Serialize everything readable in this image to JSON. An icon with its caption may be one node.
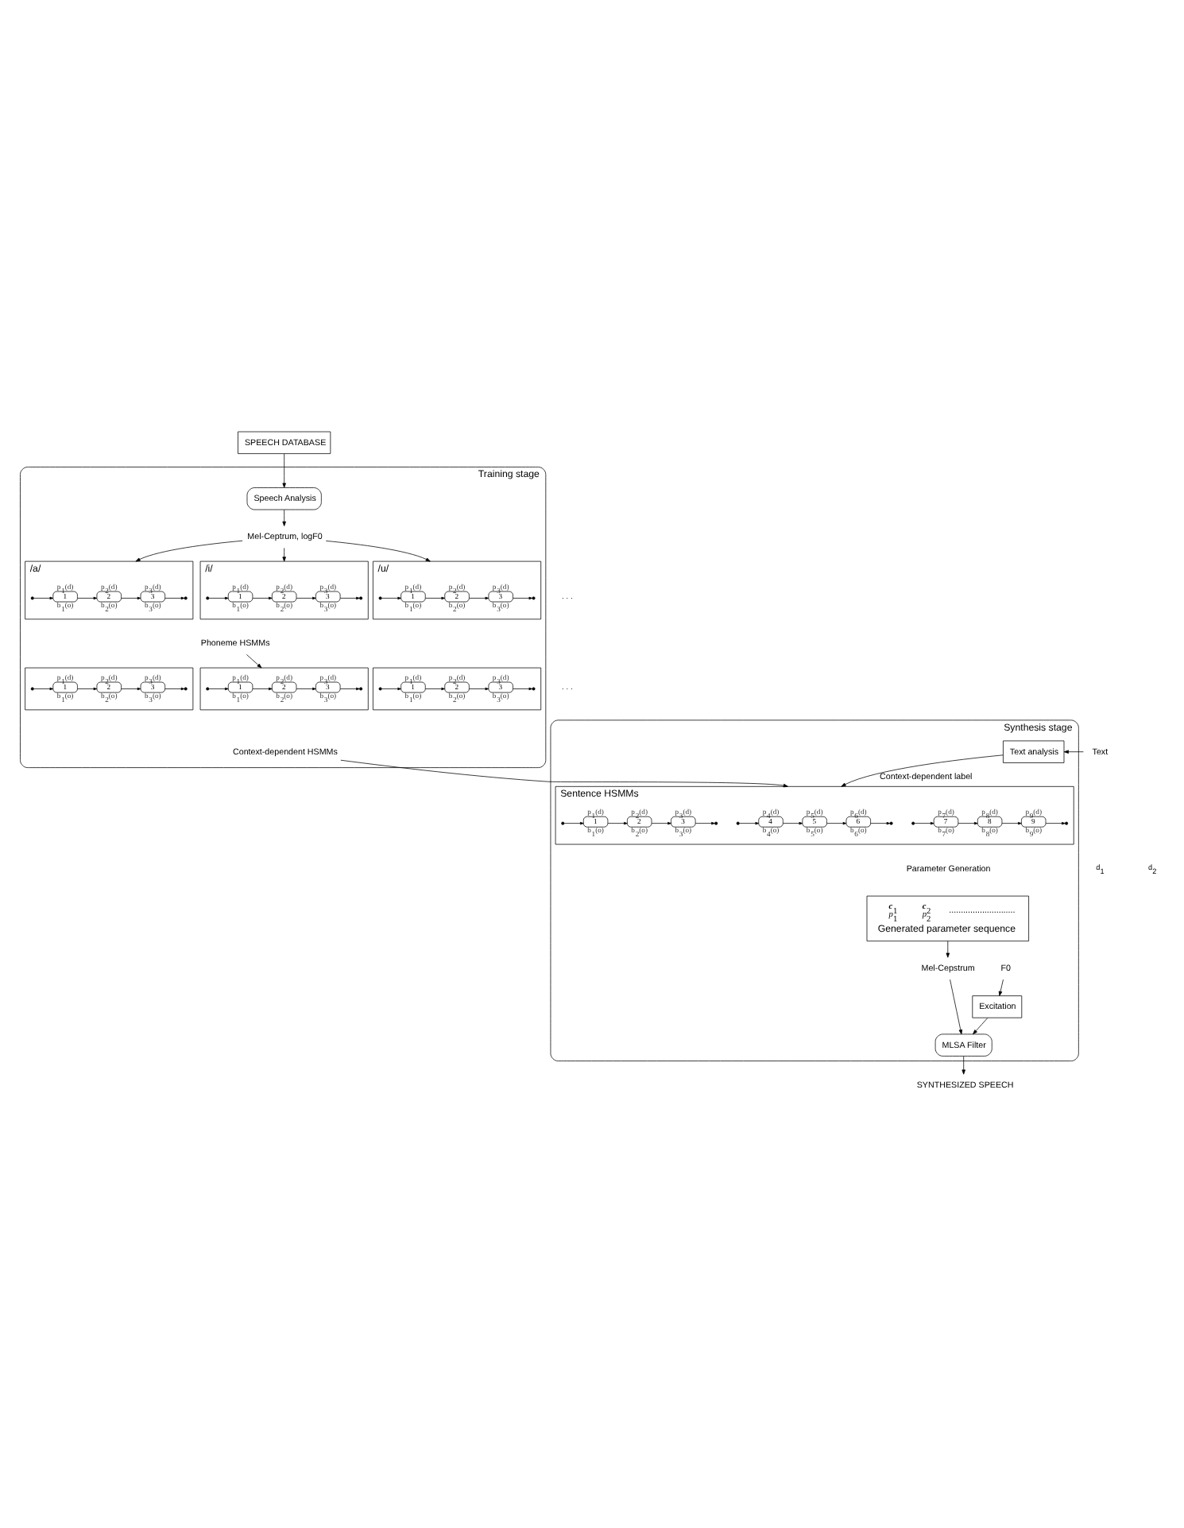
{
  "diagram": {
    "nodes": [
      {
        "text": [
          "SPEECH DATABASE"
        ]
      },
      {
        "text": [
          "Training stage"
        ]
      },
      {
        "text": [
          "Speech Analysis"
        ],
        "in": 1
      },
      {
        "text": [
          "Mel-Ceptrum, logF0"
        ],
        "in": 1
      },
      {
        "text": [
          "/a/"
        ],
        "in": 1
      },
      {
        "text": [],
        "shape": "dot",
        "in": 4
      },
      {
        "text": [
          "1"
        ],
        "in": 4,
        "beside": [
          "p$_{1}$(d)",
          "b$_{1}$(o)"
        ]
      },
      {
        "text": [
          "2"
        ],
        "in": 4,
        "beside": [
          "p$_{2}$(d)",
          "b$_{2}$(o)"
        ]
      },
      {
        "text": [
          "3"
        ],
        "in": 4,
        "beside": [
          "p$_{3}$(d)",
          "b$_{3}$(o)"
        ]
      },
      {
        "text": [],
        "shape": "dot",
        "in": 4
      },
      {
        "text": [
          "/i/"
        ],
        "in": 1
      },
      {
        "text": [],
        "shape": "dot",
        "in": 10
      },
      {
        "text": [
          "1"
        ],
        "in": 10,
        "beside": [
          "p$_{1}$(d)",
          "b$_{1}$(o)"
        ]
      },
      {
        "text": [
          "2"
        ],
        "in": 10,
        "beside": [
          "p$_{2}$(d)",
          "b$_{2}$(o)"
        ]
      },
      {
        "text": [
          "3"
        ],
        "in": 10,
        "beside": [
          "p$_{3}$(d)",
          "b$_{3}$(o)"
        ]
      },
      {
        "text": [],
        "shape": "dot",
        "in": 10
      },
      {
        "text": [
          "/u/"
        ],
        "in": 1
      },
      {
        "text": [],
        "shape": "dot",
        "in": 16
      },
      {
        "text": [
          "1"
        ],
        "in": 16,
        "beside": [
          "p$_{1}$(d)",
          "b$_{1}$(o)"
        ]
      },
      {
        "text": [
          "2"
        ],
        "in": 16,
        "beside": [
          "p$_{2}$(d)",
          "b$_{2}$(o)"
        ]
      },
      {
        "text": [
          "3"
        ],
        "in": 16,
        "beside": [
          "p$_{3}$(d)",
          "b$_{3}$(o)"
        ]
      },
      {
        "text": [],
        "shape": "dot",
        "in": 16
      },
      {
        "text": [
          "Phoneme HSMMs"
        ],
        "in": 1
      },
      {
        "text": [],
        "shape": "box",
        "in": 1
      },
      {
        "text": [],
        "shape": "dot",
        "in": 23
      },
      {
        "text": [
          "1"
        ],
        "in": 23,
        "beside": [
          "p$_{1}$(d)",
          "b$_{1}$(o)"
        ]
      },
      {
        "text": [
          "2"
        ],
        "in": 23,
        "beside": [
          "p$_{2}$(d)",
          "b$_{2}$(o)"
        ]
      },
      {
        "text": [
          "3"
        ],
        "in": 23,
        "beside": [
          "p$_{3}$(d)",
          "b$_{3}$(o)"
        ]
      },
      {
        "text": [],
        "shape": "dot",
        "in": 23
      },
      {
        "text": [],
        "shape": "box",
        "in": 1
      },
      {
        "text": [],
        "shape": "dot",
        "in": 29
      },
      {
        "text": [
          "1"
        ],
        "in": 29,
        "beside": [
          "p$_{1}$(d)",
          "b$_{1}$(o)"
        ]
      },
      {
        "text": [
          "2"
        ],
        "in": 29,
        "beside": [
          "p$_{2}$(d)",
          "b$_{2}$(o)"
        ]
      },
      {
        "text": [
          "3"
        ],
        "in": 29,
        "beside": [
          "p$_{3}$(d)",
          "b$_{3}$(o)"
        ]
      },
      {
        "text": [],
        "shape": "dot",
        "in": 29
      },
      {
        "text": [],
        "shape": "box",
        "in": 1
      },
      {
        "text": [],
        "shape": "dot",
        "in": 35
      },
      {
        "text": [
          "1"
        ],
        "in": 35,
        "beside": [
          "p$_{1}$(d)",
          "b$_{1}$(o)"
        ]
      },
      {
        "text": [
          "2"
        ],
        "in": 35,
        "beside": [
          "p$_{2}$(d)",
          "b$_{2}$(o)"
        ]
      },
      {
        "text": [
          "3"
        ],
        "in": 35,
        "beside": [
          "p$_{3}$(d)",
          "b$_{3}$(o)"
        ]
      },
      {
        "text": [],
        "shape": "dot",
        "in": 35
      },
      {
        "text": [
          "Context-dependent HSMMs"
        ],
        "in": 1
      },
      {
        "text": [
          "Synthesis stage"
        ]
      },
      {
        "text": [
          "Text"
        ]
      },
      {
        "text": [
          "Text analysis"
        ],
        "in": 42
      },
      {
        "text": [
          "Sentence HSMMs"
        ],
        "in": 42
      },
      {
        "text": [],
        "shape": "dot",
        "in": 45
      },
      {
        "text": [
          "1"
        ],
        "in": 45,
        "beside": [
          "p$_{1}$(d)",
          "b$_{1}$(o)"
        ]
      },
      {
        "text": [
          "2"
        ],
        "in": 45,
        "beside": [
          "p$_{2}$(d)",
          "b$_{2}$(o)"
        ]
      },
      {
        "text": [
          "3"
        ],
        "in": 45,
        "beside": [
          "p$_{3}$(d)",
          "b$_{3}$(o)"
        ]
      },
      {
        "text": [],
        "shape": "dot",
        "in": 45
      },
      {
        "text": [],
        "shape": "dot",
        "in": 45
      },
      {
        "text": [
          "4"
        ],
        "in": 45,
        "beside": [
          "p$_{4}$(d)",
          "b$_{4}$(o)"
        ]
      },
      {
        "text": [
          "5"
        ],
        "in": 45,
        "beside": [
          "p$_{5}$(d)",
          "b$_{5}$(o)"
        ]
      },
      {
        "text": [
          "6"
        ],
        "in": 45,
        "beside": [
          "p$_{6}$(d)",
          "b$_{6}$(o)"
        ]
      },
      {
        "text": [],
        "shape": "dot",
        "in": 45
      },
      {
        "text": [],
        "shape": "dot",
        "in": 45
      },
      {
        "text": [
          "7"
        ],
        "in": 45,
        "beside": [
          "p$_{7}$(d)",
          "b$_{7}$(o)"
        ]
      },
      {
        "text": [
          "8"
        ],
        "in": 45,
        "beside": [
          "p$_{8}$(d)",
          "b$_{8}$(o)"
        ]
      },
      {
        "text": [
          "9"
        ],
        "in": 45,
        "beside": [
          "p$_{9}$(d)",
          "b$_{9}$(o)"
        ]
      },
      {
        "text": [],
        "shape": "dot",
        "in": 45
      },
      {
        "text": [
          "Parameter Generation"
        ],
        "in": 42
      },
      {
        "text": [
          "**c**$_{1}$",
          "*p*$_{1}$",
          "**c**$_{2}$",
          "*p*$_{2}$",
          "............................",
          "Generated parameter sequence"
        ],
        "in": 42
      },
      {
        "text": [
          "Mel-Cepstrum"
        ],
        "in": 42
      },
      {
        "text": [
          "F0"
        ],
        "in": 42
      },
      {
        "text": [
          "Excitation"
        ],
        "in": 42
      },
      {
        "text": [
          "MLSA Filter"
        ],
        "in": 42
      },
      {
        "text": [
          "SYNTHESIZED SPEECH"
        ]
      }
    ],
    "edges": [
      {
        "from": 0,
        "to": 2,
        "arrow": "to"
      },
      {
        "from": 2,
        "to": 3,
        "arrow": "to"
      },
      {
        "from": 3,
        "to": 4,
        "arrow": "to"
      },
      {
        "from": 3,
        "to": 10,
        "arrow": "to"
      },
      {
        "from": 3,
        "to": 16,
        "arrow": "to"
      },
      {
        "from": 5,
        "to": 6,
        "arrow": "to"
      },
      {
        "from": 6,
        "to": 7,
        "arrow": "to"
      },
      {
        "from": 7,
        "to": 8,
        "arrow": "to"
      },
      {
        "from": 8,
        "to": 9,
        "arrow": "to"
      },
      {
        "from": 11,
        "to": 12,
        "arrow": "to"
      },
      {
        "from": 12,
        "to": 13,
        "arrow": "to"
      },
      {
        "from": 13,
        "to": 14,
        "arrow": "to"
      },
      {
        "from": 14,
        "to": 15,
        "arrow": "to"
      },
      {
        "from": 17,
        "to": 18,
        "arrow": "to"
      },
      {
        "from": 18,
        "to": 19,
        "arrow": "to"
      },
      {
        "from": 19,
        "to": 20,
        "arrow": "to"
      },
      {
        "from": 20,
        "to": 21,
        "arrow": "to"
      },
      {
        "from": 22,
        "to": 29,
        "arrow": "to"
      },
      {
        "from": 24,
        "to": 25,
        "arrow": "to"
      },
      {
        "from": 25,
        "to": 26,
        "arrow": "to"
      },
      {
        "from": 26,
        "to": 27,
        "arrow": "to"
      },
      {
        "from": 27,
        "to": 28,
        "arrow": "to"
      },
      {
        "from": 30,
        "to": 31,
        "arrow": "to"
      },
      {
        "from": 31,
        "to": 32,
        "arrow": "to"
      },
      {
        "from": 32,
        "to": 33,
        "arrow": "to"
      },
      {
        "from": 33,
        "to": 34,
        "arrow": "to"
      },
      {
        "from": 36,
        "to": 37,
        "arrow": "to"
      },
      {
        "from": 37,
        "to": 38,
        "arrow": "to"
      },
      {
        "from": 38,
        "to": 39,
        "arrow": "to"
      },
      {
        "from": 39,
        "to": 40,
        "arrow": "to"
      },
      {
        "from": 41,
        "to": 45,
        "arrow": "to"
      },
      {
        "from": 43,
        "to": 44,
        "arrow": "to"
      },
      {
        "from": 44,
        "to": 45,
        "arrow": "to",
        "label": "Context-dependent label"
      },
      {
        "from": 46,
        "to": 47,
        "arrow": "to"
      },
      {
        "from": 47,
        "to": 48,
        "arrow": "to"
      },
      {
        "from": 48,
        "to": 49,
        "arrow": "to"
      },
      {
        "from": 49,
        "to": 50,
        "arrow": "to"
      },
      {
        "from": 51,
        "to": 52,
        "arrow": "to"
      },
      {
        "from": 52,
        "to": 53,
        "arrow": "to"
      },
      {
        "from": 53,
        "to": 54,
        "arrow": "to"
      },
      {
        "from": 54,
        "to": 55,
        "arrow": "to"
      },
      {
        "from": 56,
        "to": 57,
        "arrow": "to"
      },
      {
        "from": 57,
        "to": 58,
        "arrow": "to"
      },
      {
        "from": 58,
        "to": 59,
        "arrow": "to"
      },
      {
        "from": 59,
        "to": 60,
        "arrow": "to"
      },
      {
        "from": 62,
        "to": 63,
        "arrow": "to"
      },
      {
        "from": 63,
        "to": 66,
        "arrow": "to"
      },
      {
        "from": 64,
        "to": 65,
        "arrow": "to"
      },
      {
        "from": 65,
        "to": 66,
        "arrow": "to"
      },
      {
        "from": 66,
        "to": 67,
        "arrow": "to"
      }
    ],
    "labels": [
      "· · ·",
      "· · ·",
      "d$_{1}$",
      "d$_{2}$"
    ]
  }
}
